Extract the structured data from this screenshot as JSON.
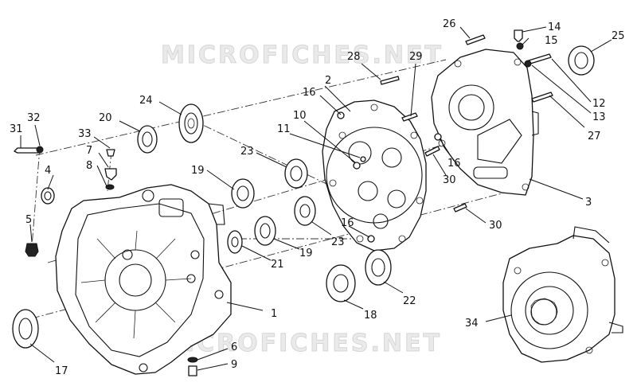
{
  "watermark_top": "MICROFICHES.NET",
  "watermark_bottom": "MICROFICHES.NET",
  "callouts": {
    "c1": "1",
    "c2": "2",
    "c3": "3",
    "c4": "4",
    "c5": "5",
    "c6": "6",
    "c7": "7",
    "c8": "8",
    "c9": "9",
    "c10": "10",
    "c11": "11",
    "c12": "12",
    "c13": "13",
    "c14": "14",
    "c15": "15",
    "c16a": "16",
    "c16b": "16",
    "c16c": "16",
    "c17": "17",
    "c18": "18",
    "c19a": "19",
    "c19b": "19",
    "c20": "20",
    "c21": "21",
    "c22": "22",
    "c23a": "23",
    "c23b": "23",
    "c24": "24",
    "c25": "25",
    "c26": "26",
    "c27": "27",
    "c28": "28",
    "c29": "29",
    "c30a": "30",
    "c30b": "30",
    "c31": "31",
    "c32": "32",
    "c33": "33",
    "c34": "34"
  }
}
